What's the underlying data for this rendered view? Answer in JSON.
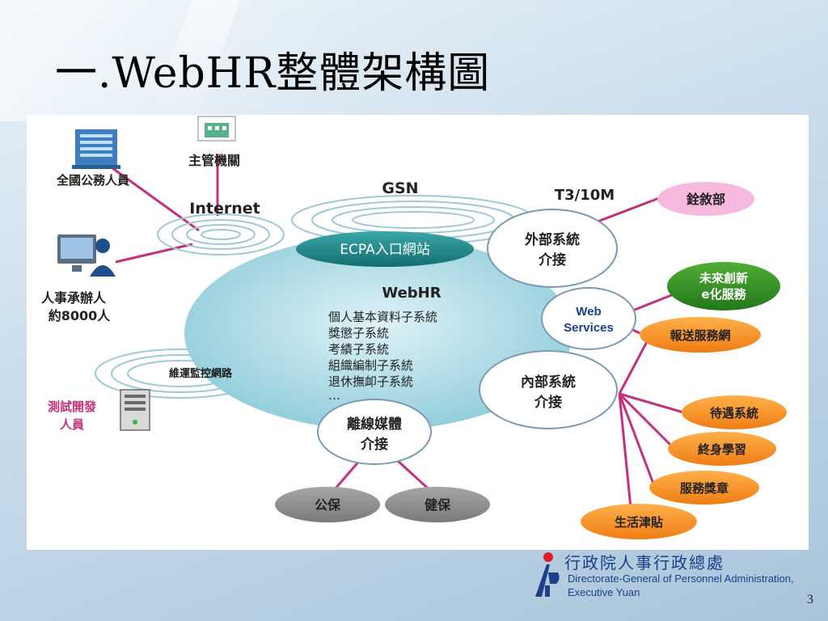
{
  "slide": {
    "title": "一.WebHR整體架構圖",
    "page_number": "3"
  },
  "diagram": {
    "actors": {
      "national_civil_servants": "全國公務人員",
      "supervising_agency": "主管機關",
      "hr_staff_line1": "人事承辦人",
      "hr_staff_line2": "約8000人",
      "test_dev_line1": "測試開發",
      "test_dev_line2": "人員"
    },
    "networks": {
      "internet": "Internet",
      "gsn": "GSN",
      "t3": "T3/10M",
      "ecpa_portal": "ECPA入口網站",
      "ops_monitor": "維運監控網路"
    },
    "core": {
      "title": "WebHR",
      "subsystems": [
        "個人基本資料子系統",
        "獎懲子系統",
        "考績子系統",
        "組織編制子系統",
        "退休撫卹子系統",
        "…"
      ]
    },
    "interfaces": {
      "external_line1": "外部系統",
      "external_line2": "介接",
      "web_services_line1": "Web",
      "web_services_line2": "Services",
      "internal_line1": "內部系統",
      "internal_line2": "介接",
      "offline_line1": "離線媒體",
      "offline_line2": "介接"
    },
    "external_targets": {
      "examination_ministry": "銓敘部",
      "future_line1": "未來創新",
      "future_line2": "e化服務",
      "report_service": "報送服務網"
    },
    "internal_targets": [
      "待遇系統",
      "終身學習",
      "服務獎章",
      "生活津貼"
    ],
    "offline_targets": {
      "public_insurance": "公保",
      "health_insurance": "健保"
    },
    "colors": {
      "link": "#c4307e",
      "teal": "#1c8c8e",
      "orange": "#f58a1f",
      "green": "#2e8b1e",
      "pink": "#f7b8de",
      "gray": "#8a8a8a",
      "core": "#a7d7e2"
    }
  },
  "logo": {
    "name_cn": "行政院人事行政總處",
    "name_en_line1": "Directorate-General of Personnel Administration,",
    "name_en_line2": "Executive Yuan"
  }
}
